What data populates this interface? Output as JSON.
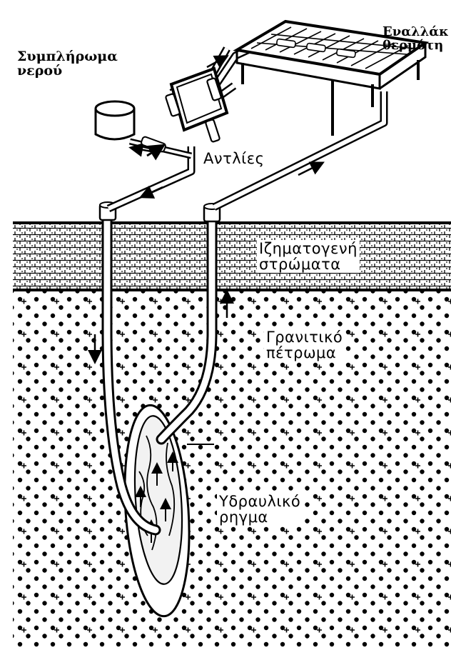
{
  "labels": {
    "water_makeup": "Συμπλήρωμα\nνερού",
    "heat_exchanger": "Εναλλάκ\nθερμότη",
    "pumps": "Αντλίες",
    "sediment": "Ιζηματογενή\nστρώματα",
    "granite": "Γρανιτικό\nπέτρωμα",
    "fracture": "Υδραυλικό\nρηγμα"
  },
  "colors": {
    "ink": "#000000",
    "paper": "#ffffff",
    "sediment_fill": "#d9d9d9"
  }
}
